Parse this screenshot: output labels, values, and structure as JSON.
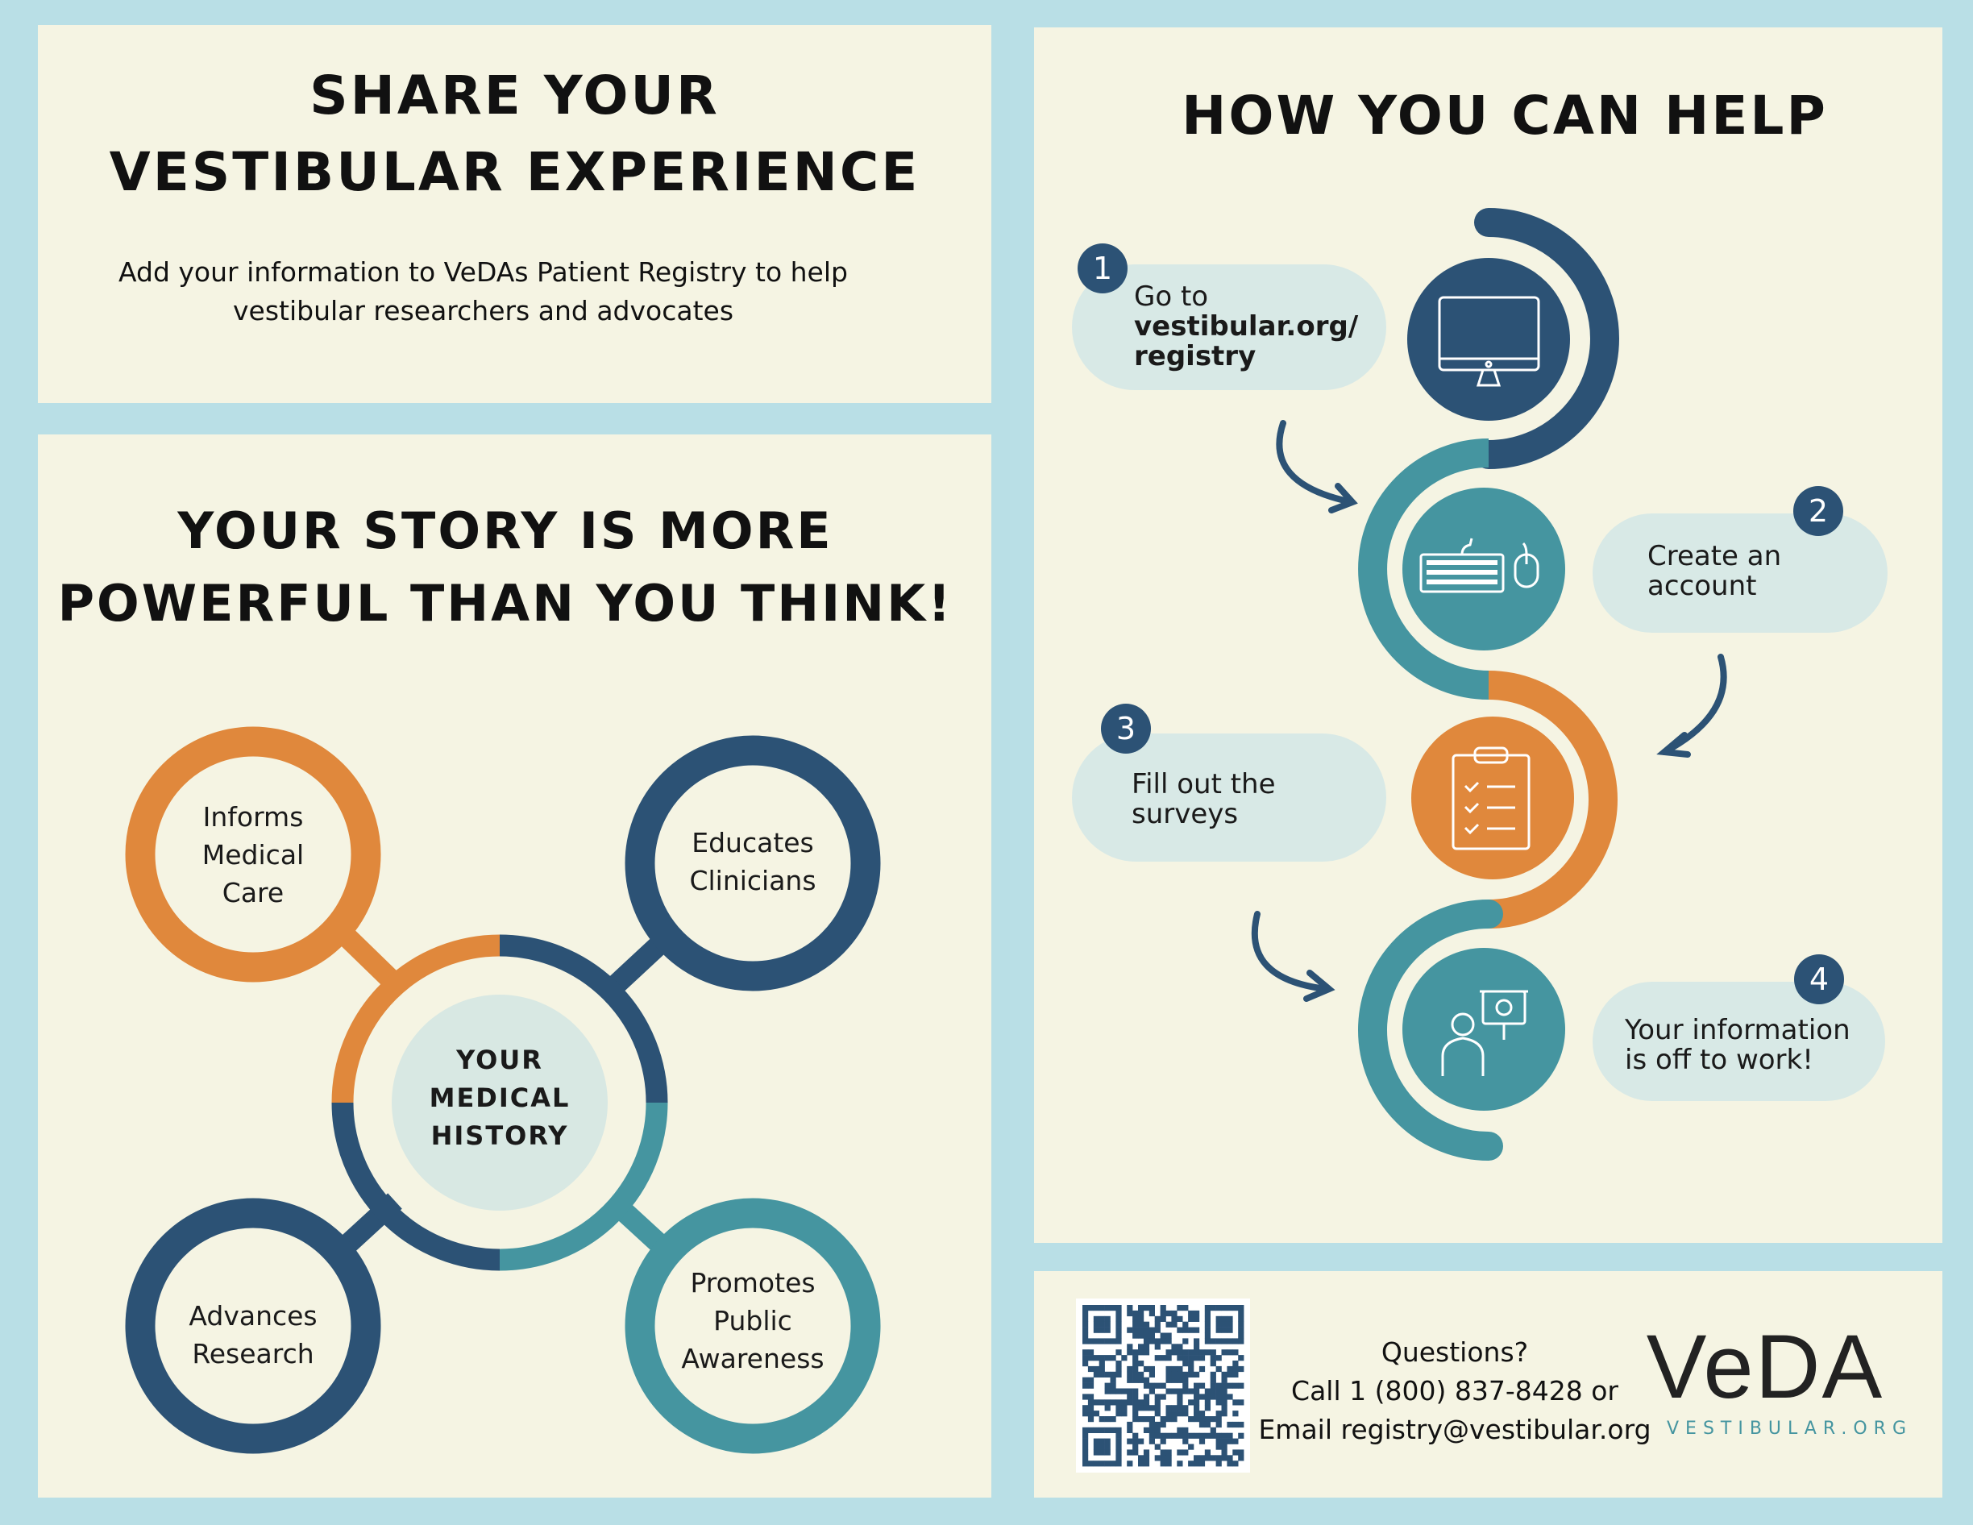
{
  "share": {
    "title_line1": "SHARE YOUR",
    "title_line2": "VESTIBULAR EXPERIENCE",
    "desc_line1": "Add your information to VeDAs Patient Registry to help",
    "desc_line2": "vestibular researchers and advocates"
  },
  "story": {
    "title_line1": "YOUR STORY IS MORE",
    "title_line2": "POWERFUL THAN YOU THINK!",
    "center": [
      "YOUR",
      "MEDICAL",
      "HISTORY"
    ],
    "benefits": [
      {
        "lines": [
          "Informs",
          "Medical",
          "Care"
        ],
        "color": "#e0883c"
      },
      {
        "lines": [
          "Educates",
          "Clinicians"
        ],
        "color": "#2c5275"
      },
      {
        "lines": [
          "Advances",
          "Research"
        ],
        "color": "#2c5275"
      },
      {
        "lines": [
          "Promotes",
          "Public",
          "Awareness"
        ],
        "color": "#4595a0"
      }
    ]
  },
  "help": {
    "title": "HOW YOU CAN HELP",
    "steps": [
      {
        "number": "1",
        "text": "Go to",
        "bold": [
          "vestibular.org/",
          "registry"
        ],
        "icon": "monitor-icon"
      },
      {
        "number": "2",
        "lines": [
          "Create an",
          "account"
        ],
        "icon": "keyboard-mouse-icon"
      },
      {
        "number": "3",
        "lines": [
          "Fill out the",
          "surveys"
        ],
        "icon": "clipboard-checklist-icon"
      },
      {
        "number": "4",
        "lines": [
          "Your information",
          "is off to work!"
        ],
        "icon": "researcher-icon"
      }
    ]
  },
  "footer": {
    "questions": "Questions?",
    "call": "Call 1 (800) 837-8428 or",
    "email": "Email registry@vestibular.org",
    "logo": "VeDA",
    "logo_sub": "VESTIBULAR.ORG"
  },
  "colors": {
    "navy": "#2c5275",
    "teal": "#4595a0",
    "orange": "#e0883c",
    "panel": "#f5f4e3",
    "background": "#b9dfe6"
  }
}
